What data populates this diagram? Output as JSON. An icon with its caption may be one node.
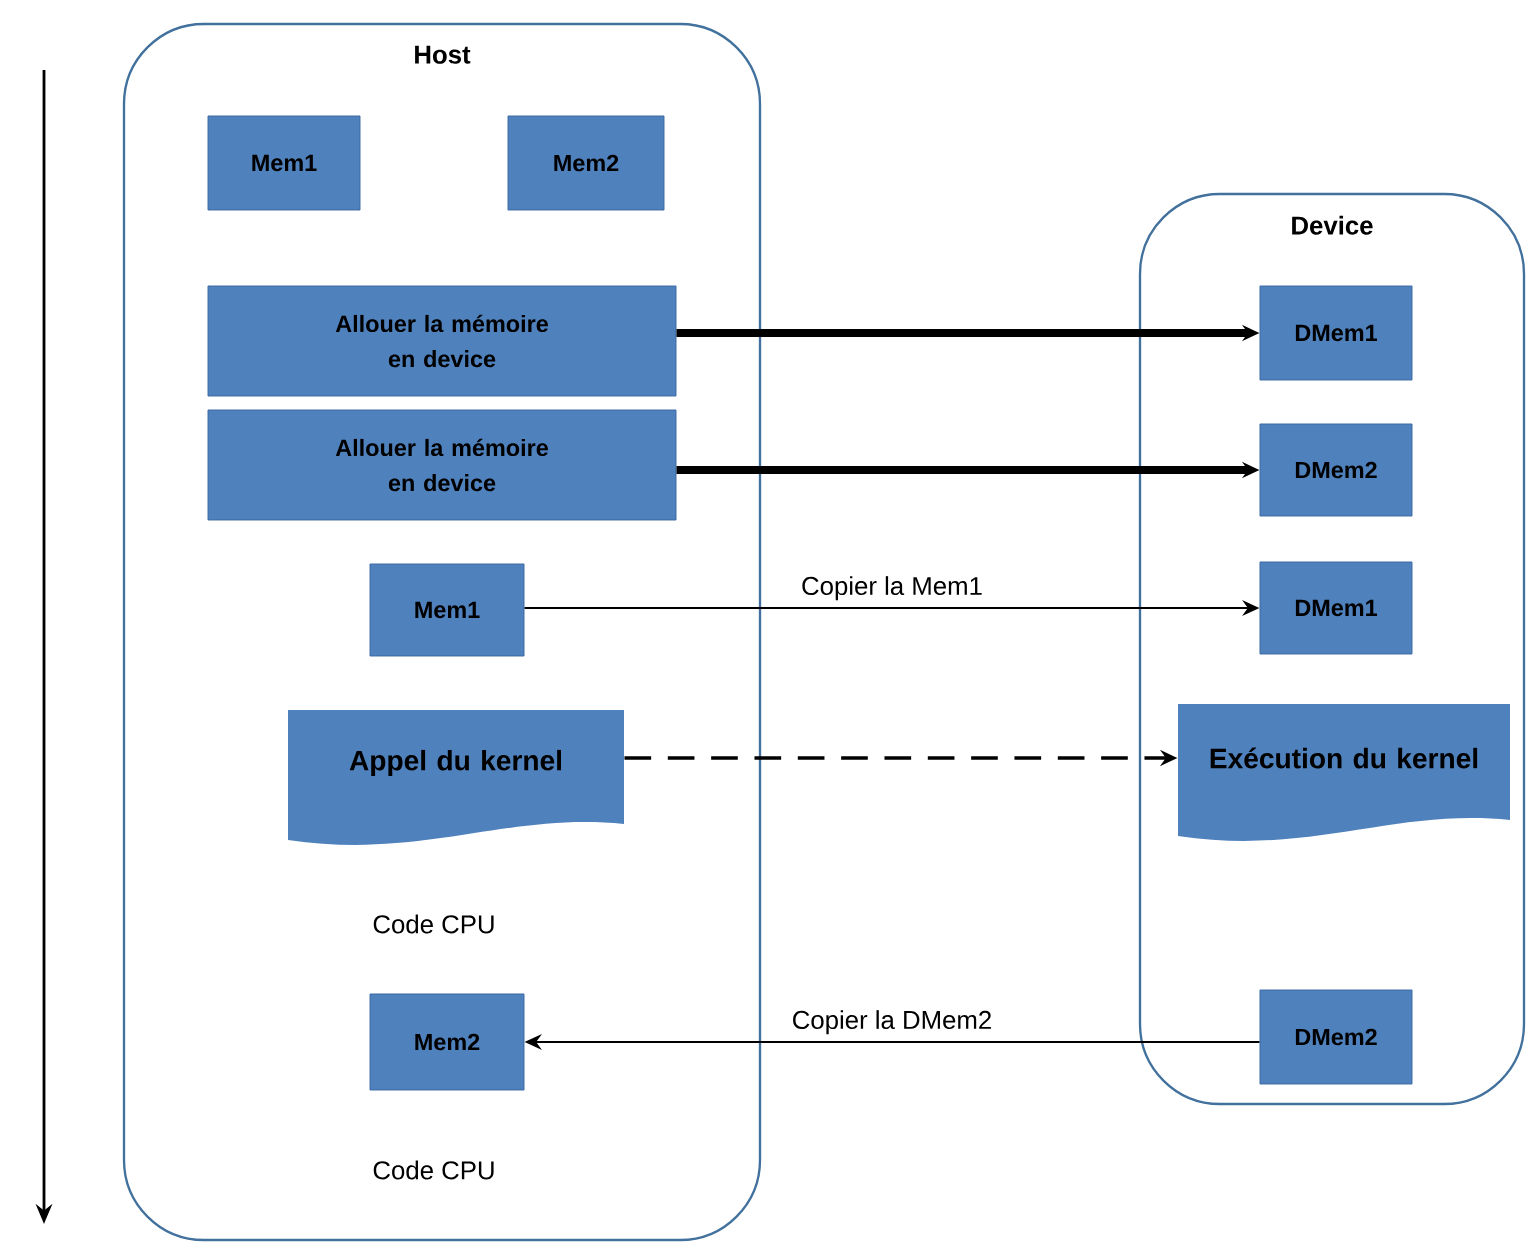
{
  "diagram": {
    "nodes": [
      {
        "text": [
          "Host"
        ]
      },
      {
        "text": [
          "Mem1"
        ],
        "in": 0
      },
      {
        "text": [
          "Mem2"
        ],
        "in": 0
      },
      {
        "text": [
          "Allouer la mémoire en device"
        ],
        "in": 0
      },
      {
        "text": [
          "Allouer la mémoire en device"
        ],
        "in": 0
      },
      {
        "text": [
          "Mem1"
        ],
        "in": 0
      },
      {
        "text": [
          "Appel du kernel"
        ],
        "in": 0
      },
      {
        "text": [
          "Mem2"
        ],
        "in": 0
      },
      {
        "text": [
          "Device"
        ]
      },
      {
        "text": [
          "DMem1"
        ],
        "in": 8
      },
      {
        "text": [
          "DMem2"
        ],
        "in": 8
      },
      {
        "text": [
          "DMem1"
        ],
        "in": 8
      },
      {
        "text": [
          "Exécution du kernel"
        ],
        "in": 8
      },
      {
        "text": [
          "DMem2"
        ],
        "in": 8
      }
    ],
    "edges": [
      {
        "from": 3,
        "to": 9,
        "arrow": "to",
        "style": "thick"
      },
      {
        "from": 4,
        "to": 10,
        "arrow": "to",
        "style": "thick"
      },
      {
        "from": 5,
        "to": 11,
        "arrow": "to",
        "label": "Copier la Mem1"
      },
      {
        "from": 6,
        "to": 12,
        "arrow": "to",
        "style": "dashed"
      },
      {
        "from": 13,
        "to": 7,
        "arrow": "to",
        "label": "Copier la DMem2"
      }
    ],
    "labels": [
      "Code CPU",
      "Code CPU"
    ]
  }
}
